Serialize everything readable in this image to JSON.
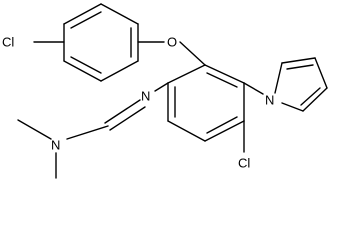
{
  "labels": {
    "cl_top": "Cl",
    "o_ether": "O",
    "n_pyrrole": "N",
    "n_imine": "N",
    "n_dimethyl": "N",
    "cl_bottom": "Cl"
  },
  "colors": {
    "stroke": "#000000",
    "background": "#ffffff"
  }
}
